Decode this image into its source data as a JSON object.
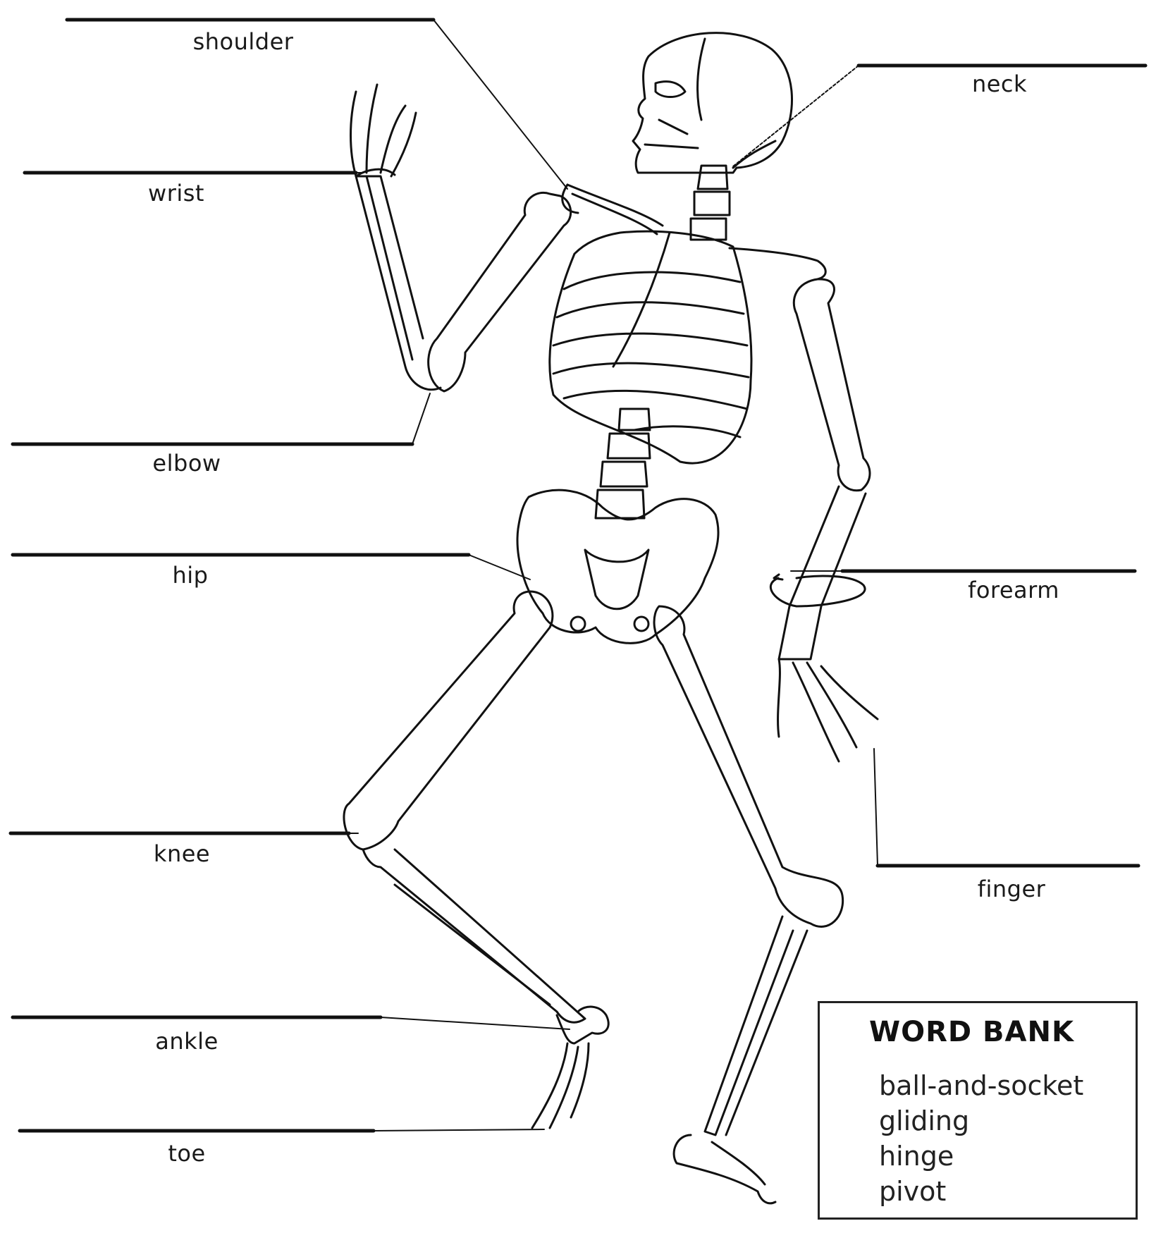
{
  "labels": {
    "shoulder": "shoulder",
    "wrist": "wrist",
    "elbow": "elbow",
    "hip": "hip",
    "knee": "knee",
    "ankle": "ankle",
    "toe": "toe",
    "neck": "neck",
    "forearm": "forearm",
    "finger": "finger"
  },
  "word_bank": {
    "title": "WORD BANK",
    "items": [
      "ball-and-socket",
      "gliding",
      "hinge",
      "pivot"
    ]
  }
}
